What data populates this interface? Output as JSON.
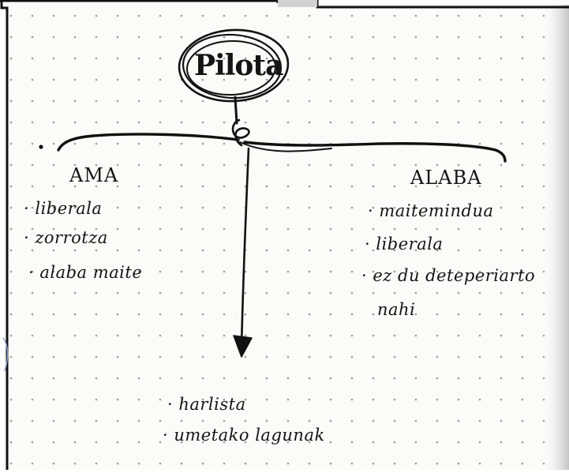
{
  "diagram": {
    "center": {
      "label": "Pilota"
    },
    "left_branch": {
      "heading": "AMA",
      "items": [
        {
          "text": "· liberala"
        },
        {
          "text": "· zorrotza"
        },
        {
          "text": "· alaba maite"
        }
      ]
    },
    "right_branch": {
      "heading": "ALABA",
      "items": [
        {
          "text": "· maitemindua"
        },
        {
          "text": "· liberala"
        },
        {
          "text": "· ez du deteperiarto"
        },
        {
          "text": "nahi"
        }
      ]
    },
    "bottom_branch": {
      "items": [
        {
          "text": "· harlista"
        },
        {
          "text": "· umetako lagunak"
        }
      ]
    }
  },
  "colors": {
    "paper": "#fbfbf8",
    "ink": "#141414",
    "dot": "#9a9a9a",
    "frame": "#111111"
  }
}
